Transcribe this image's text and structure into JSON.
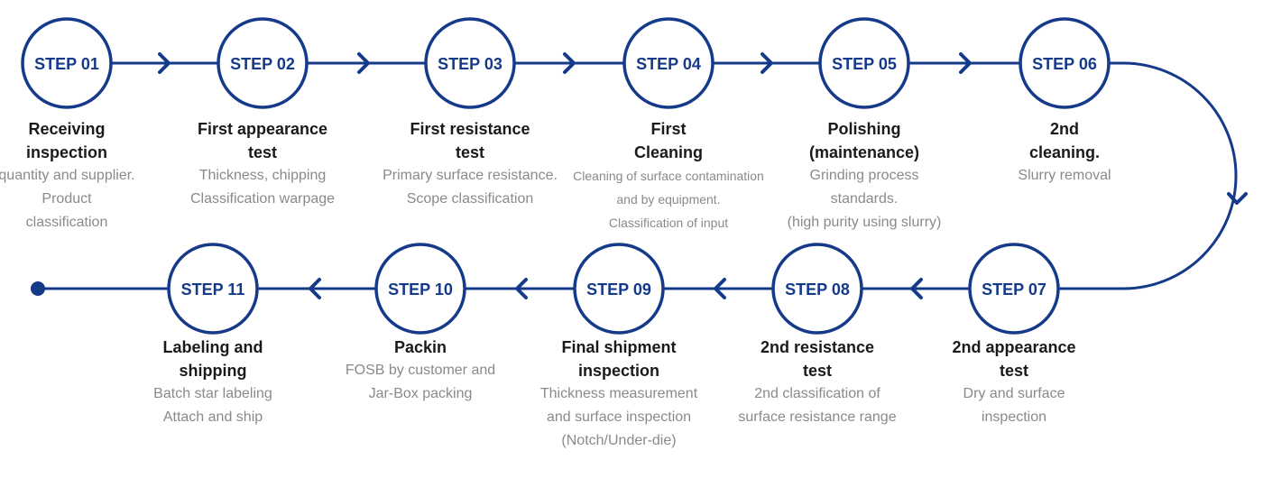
{
  "theme": {
    "accent": "#153a8a",
    "title_color": "#1a1a1a",
    "desc_color": "#8a8a8a"
  },
  "steps": [
    {
      "label": "STEP 01",
      "title": "Receiving\ninspection",
      "desc": "quantity and supplier.\nProduct\nclassification"
    },
    {
      "label": "STEP 02",
      "title": "First appearance\ntest",
      "desc": "Thickness, chipping\nClassification warpage"
    },
    {
      "label": "STEP 03",
      "title": "First resistance\ntest",
      "desc": "Primary surface resistance.\nScope classification"
    },
    {
      "label": "STEP 04",
      "title": "First\nCleaning",
      "desc": "Cleaning of surface contamination\nand by equipment.\nClassification of input"
    },
    {
      "label": "STEP 05",
      "title": "Polishing\n(maintenance)",
      "desc": "Grinding process\nstandards.\n(high purity using slurry)"
    },
    {
      "label": "STEP 06",
      "title": "2nd\ncleaning.",
      "desc": "Slurry removal"
    },
    {
      "label": "STEP 07",
      "title": "2nd appearance\ntest",
      "desc": "Dry and surface\ninspection"
    },
    {
      "label": "STEP 08",
      "title": "2nd resistance\ntest",
      "desc": "2nd classification of\nsurface resistance range"
    },
    {
      "label": "STEP 09",
      "title": "Final shipment\ninspection",
      "desc": "Thickness measurement\nand surface inspection\n(Notch/Under-die)"
    },
    {
      "label": "STEP 10",
      "title": "Packin",
      "desc": "FOSB by customer and\nJar-Box packing"
    },
    {
      "label": "STEP 11",
      "title": "Labeling and\nshipping",
      "desc": "Batch star labeling\nAttach and ship"
    }
  ]
}
